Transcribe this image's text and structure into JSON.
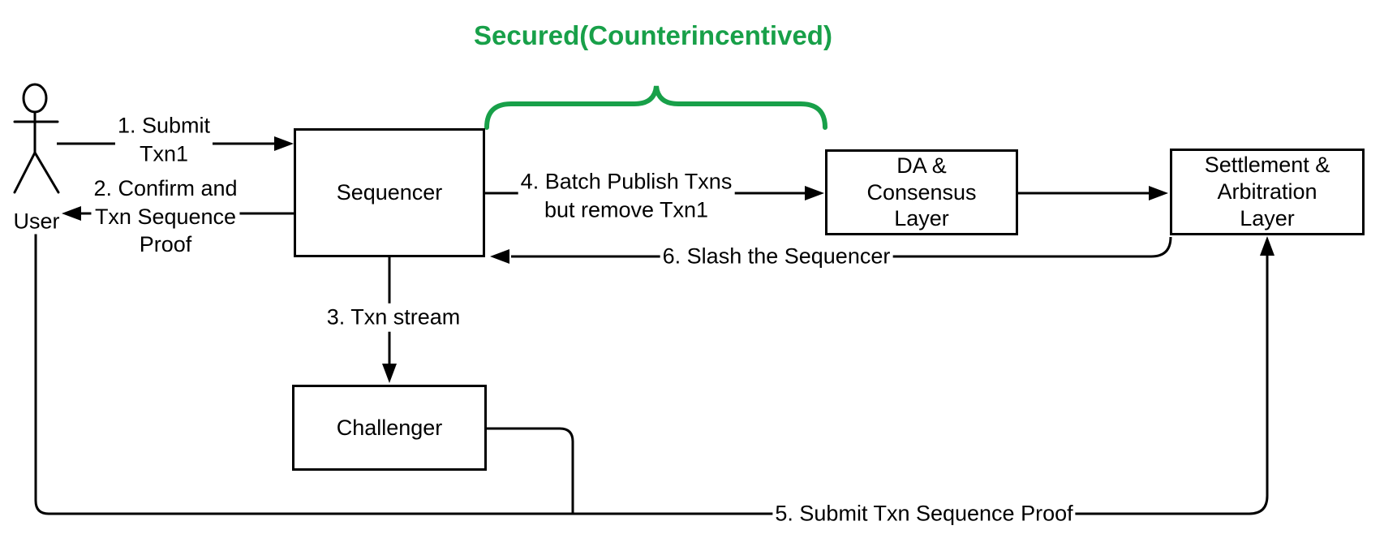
{
  "diagram": {
    "title": "Secured(Counterincentived)",
    "colors": {
      "accent_green": "#18A049",
      "stroke": "#000000",
      "background": "#FFFFFF"
    },
    "nodes": {
      "user": {
        "label": "User"
      },
      "sequencer": {
        "label": "Sequencer"
      },
      "da_consensus": {
        "label": "DA &\nConsensus\nLayer"
      },
      "settlement": {
        "label": "Settlement &\nArbitration\nLayer"
      },
      "challenger": {
        "label": "Challenger"
      }
    },
    "edges": {
      "submit_txn": {
        "label": "1. Submit\nTxn1"
      },
      "confirm_proof": {
        "label": "2. Confirm and\nTxn Sequence\nProof"
      },
      "txn_stream": {
        "label": "3. Txn stream"
      },
      "batch_publish": {
        "label": "4. Batch Publish Txns\nbut remove Txn1"
      },
      "submit_proof": {
        "label": "5. Submit Txn Sequence Proof"
      },
      "slash_sequencer": {
        "label": "6. Slash the Sequencer"
      }
    }
  }
}
